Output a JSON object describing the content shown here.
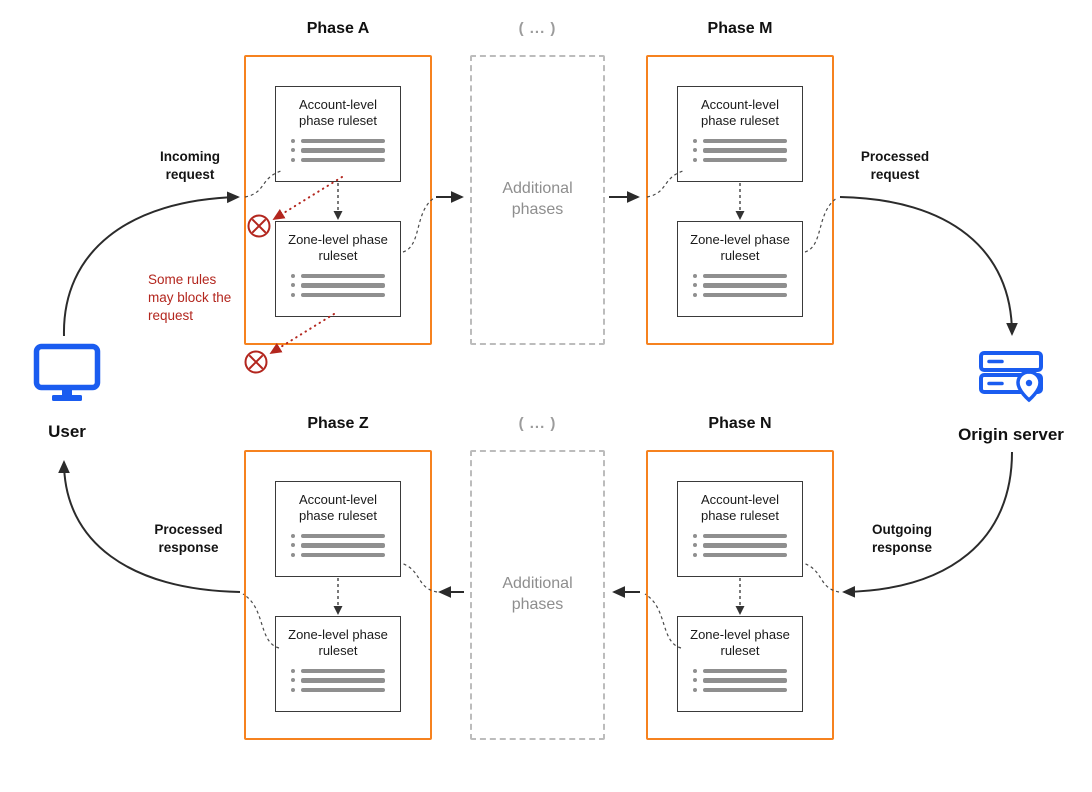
{
  "phases": [
    {
      "title": "Phase A",
      "account_ruleset": "Account-level phase ruleset",
      "zone_ruleset": "Zone-level phase ruleset"
    },
    {
      "title": "Phase M",
      "account_ruleset": "Account-level phase ruleset",
      "zone_ruleset": "Zone-level phase ruleset"
    },
    {
      "title": "Phase Z",
      "account_ruleset": "Account-level phase ruleset",
      "zone_ruleset": "Zone-level phase ruleset"
    },
    {
      "title": "Phase N",
      "account_ruleset": "Account-level phase ruleset",
      "zone_ruleset": "Zone-level phase ruleset"
    }
  ],
  "additional_phases": {
    "top": {
      "header": "( ... )",
      "label": "Additional phases"
    },
    "bottom": {
      "header": "( ... )",
      "label": "Additional phases"
    }
  },
  "nodes": {
    "user": {
      "label": "User",
      "icon": "monitor-icon"
    },
    "origin": {
      "label": "Origin server",
      "icon": "server-location-icon"
    }
  },
  "edge_labels": {
    "incoming_request": "Incoming request",
    "processed_request": "Processed request",
    "outgoing_response": "Outgoing response",
    "processed_response": "Processed response"
  },
  "warning": {
    "text": "Some rules may block the request",
    "icon": "blocked-circle-x-icon"
  },
  "colors": {
    "phase_border_orange": "#F6821F",
    "node_blue": "#1A5CF0",
    "warning_red": "#B3261E",
    "muted_gray": "#8E8E8E",
    "arrow_dark": "#2B2B2B"
  }
}
